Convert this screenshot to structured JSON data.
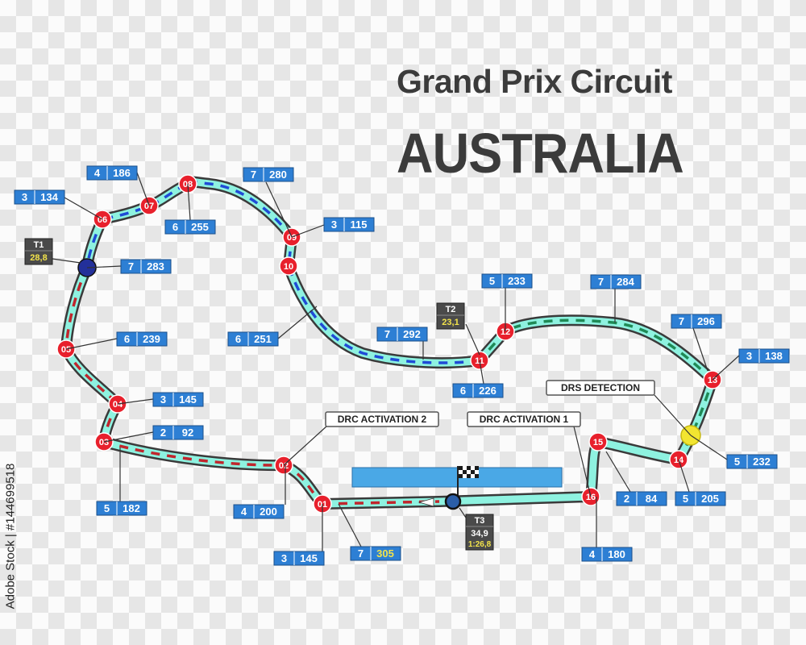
{
  "title": "Grand Prix Circuit",
  "country": "AUSTRALIA",
  "watermark": "Adobe Stock | #144699518",
  "colors": {
    "track_fill": "#8ef2e0",
    "track_border": "#3a3a3a",
    "dash_blue": "#1f4bd6",
    "dash_red": "#c0262d",
    "dash_green": "#1f8a56",
    "turn_marker": "#e8202c",
    "box_blue": "#2d7fd4",
    "sector_box": "#4a4a4a",
    "sector_value": "#f2e34b",
    "drs_zone": "#4aa8e6",
    "drs_detection_point": "#f2e531"
  },
  "turns": [
    "01",
    "02",
    "03",
    "04",
    "05",
    "06",
    "07",
    "08",
    "09",
    "10",
    "11",
    "12",
    "13",
    "14",
    "15",
    "16"
  ],
  "speed_labels": [
    {
      "gear": "3",
      "speed": "134"
    },
    {
      "gear": "4",
      "speed": "186"
    },
    {
      "gear": "6",
      "speed": "255"
    },
    {
      "gear": "7",
      "speed": "280"
    },
    {
      "gear": "3",
      "speed": "115"
    },
    {
      "gear": "7",
      "speed": "283"
    },
    {
      "gear": "6",
      "speed": "239"
    },
    {
      "gear": "6",
      "speed": "251"
    },
    {
      "gear": "7",
      "speed": "292"
    },
    {
      "gear": "5",
      "speed": "233"
    },
    {
      "gear": "7",
      "speed": "284"
    },
    {
      "gear": "7",
      "speed": "296"
    },
    {
      "gear": "3",
      "speed": "138"
    },
    {
      "gear": "6",
      "speed": "226"
    },
    {
      "gear": "3",
      "speed": "145"
    },
    {
      "gear": "2",
      "speed": "92"
    },
    {
      "gear": "5",
      "speed": "182"
    },
    {
      "gear": "4",
      "speed": "200"
    },
    {
      "gear": "3",
      "speed": "145"
    },
    {
      "gear": "7",
      "speed": "305"
    },
    {
      "gear": "4",
      "speed": "180"
    },
    {
      "gear": "2",
      "speed": "84"
    },
    {
      "gear": "5",
      "speed": "205"
    },
    {
      "gear": "5",
      "speed": "232"
    }
  ],
  "sectors": [
    {
      "label": "T1",
      "time": "28,8"
    },
    {
      "label": "T2",
      "time": "23,1"
    },
    {
      "label": "T3",
      "time": "34,9",
      "lap": "1:26,8"
    }
  ],
  "zones": {
    "drs_detection": "DRS DETECTION",
    "activation_1": "DRC ACTIVATION 1",
    "activation_2": "DRC ACTIVATION 2"
  }
}
